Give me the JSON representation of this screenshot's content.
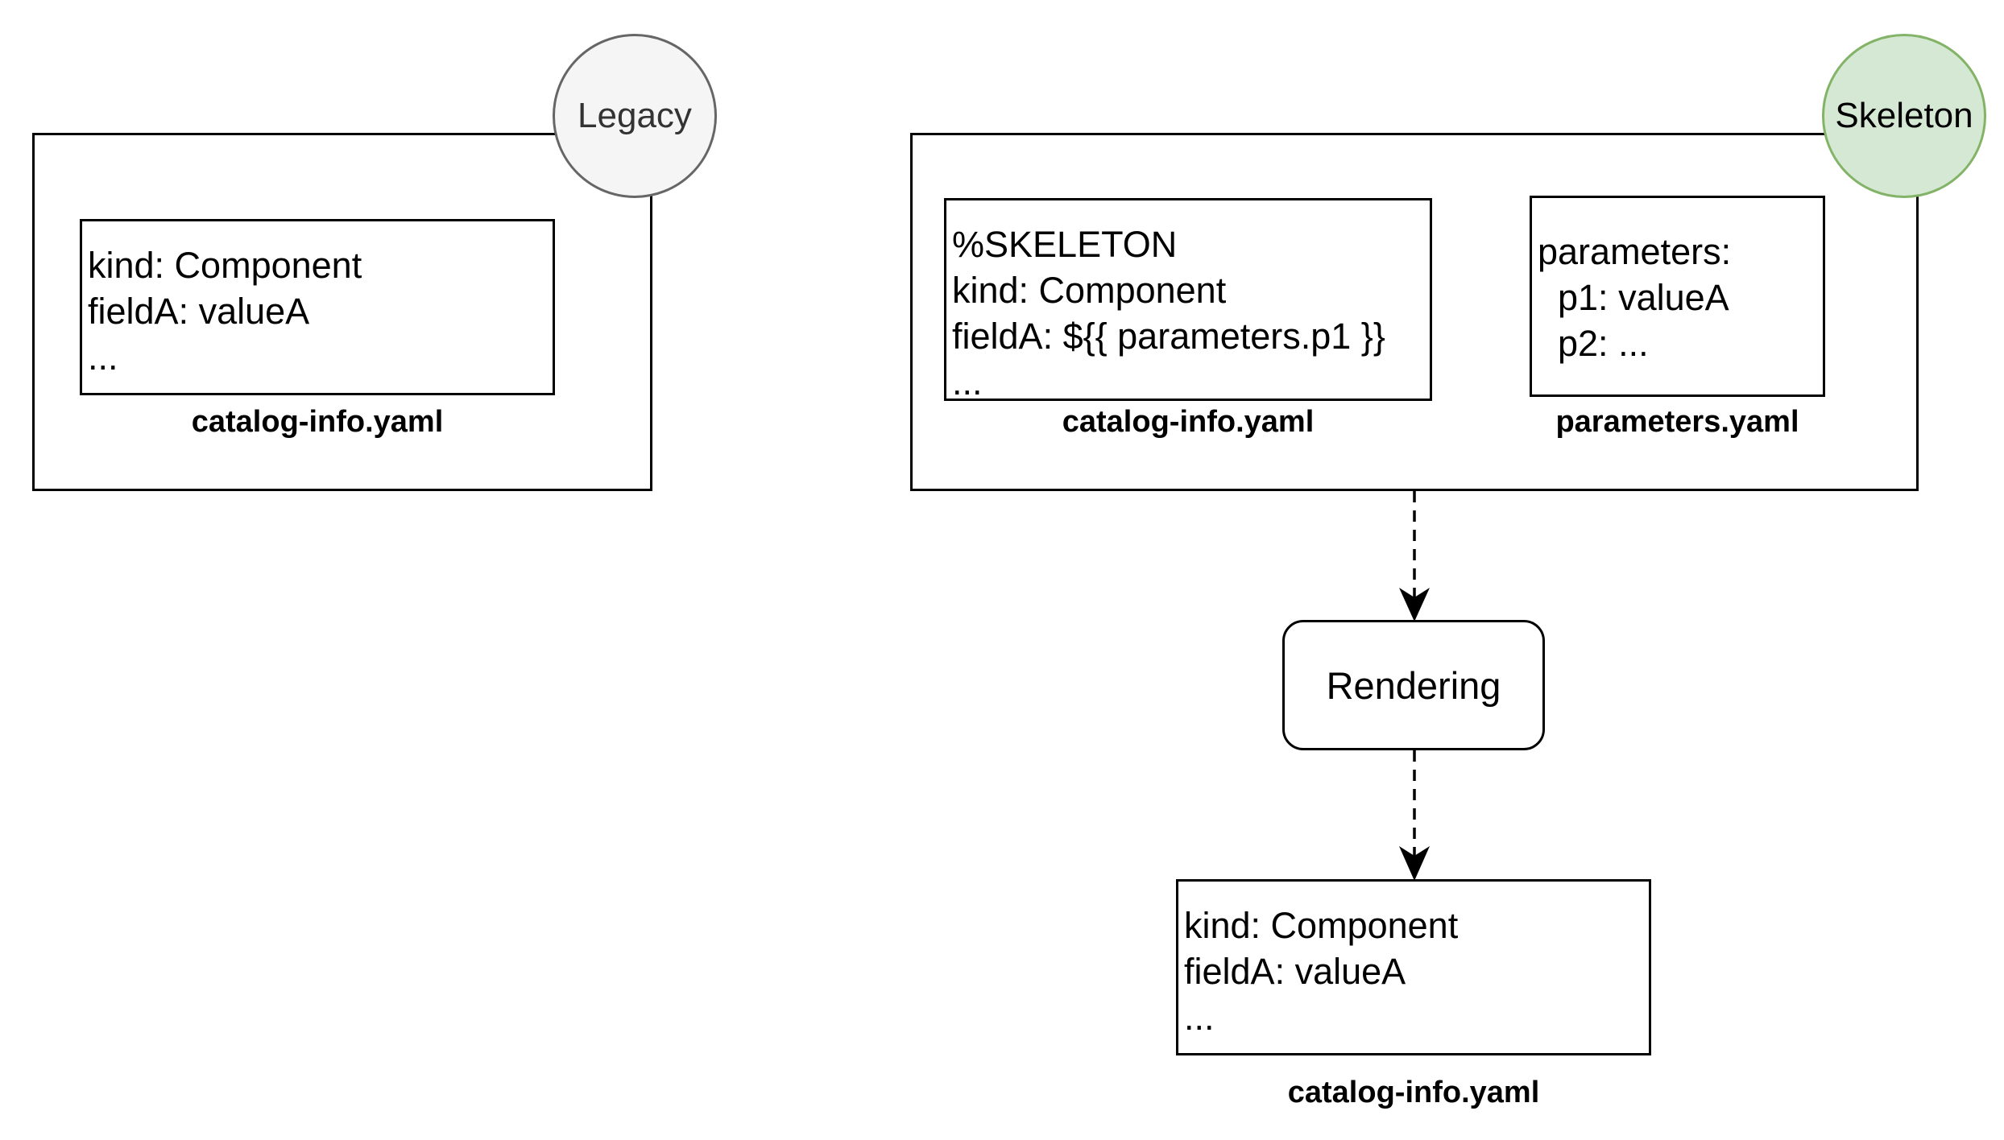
{
  "legacy": {
    "badge": "Legacy",
    "file_lines": [
      "kind: Component",
      "fieldA: valueA",
      "..."
    ],
    "file_caption": "catalog-info.yaml"
  },
  "skeleton": {
    "badge": "Skeleton",
    "catalog_lines": [
      "%SKELETON",
      "kind: Component",
      "fieldA: ${{ parameters.p1 }}",
      "..."
    ],
    "catalog_caption": "catalog-info.yaml",
    "params_lines": [
      "parameters:",
      "  p1: valueA",
      "  p2: ..."
    ],
    "params_caption": "parameters.yaml"
  },
  "process": {
    "label": "Rendering"
  },
  "output": {
    "file_lines": [
      "kind: Component",
      "fieldA: valueA",
      "..."
    ],
    "file_caption": "catalog-info.yaml"
  },
  "colors": {
    "legacy_fill": "#f5f5f5",
    "legacy_stroke": "#666666",
    "skeleton_fill": "#d5e8d4",
    "skeleton_stroke": "#82b366"
  }
}
